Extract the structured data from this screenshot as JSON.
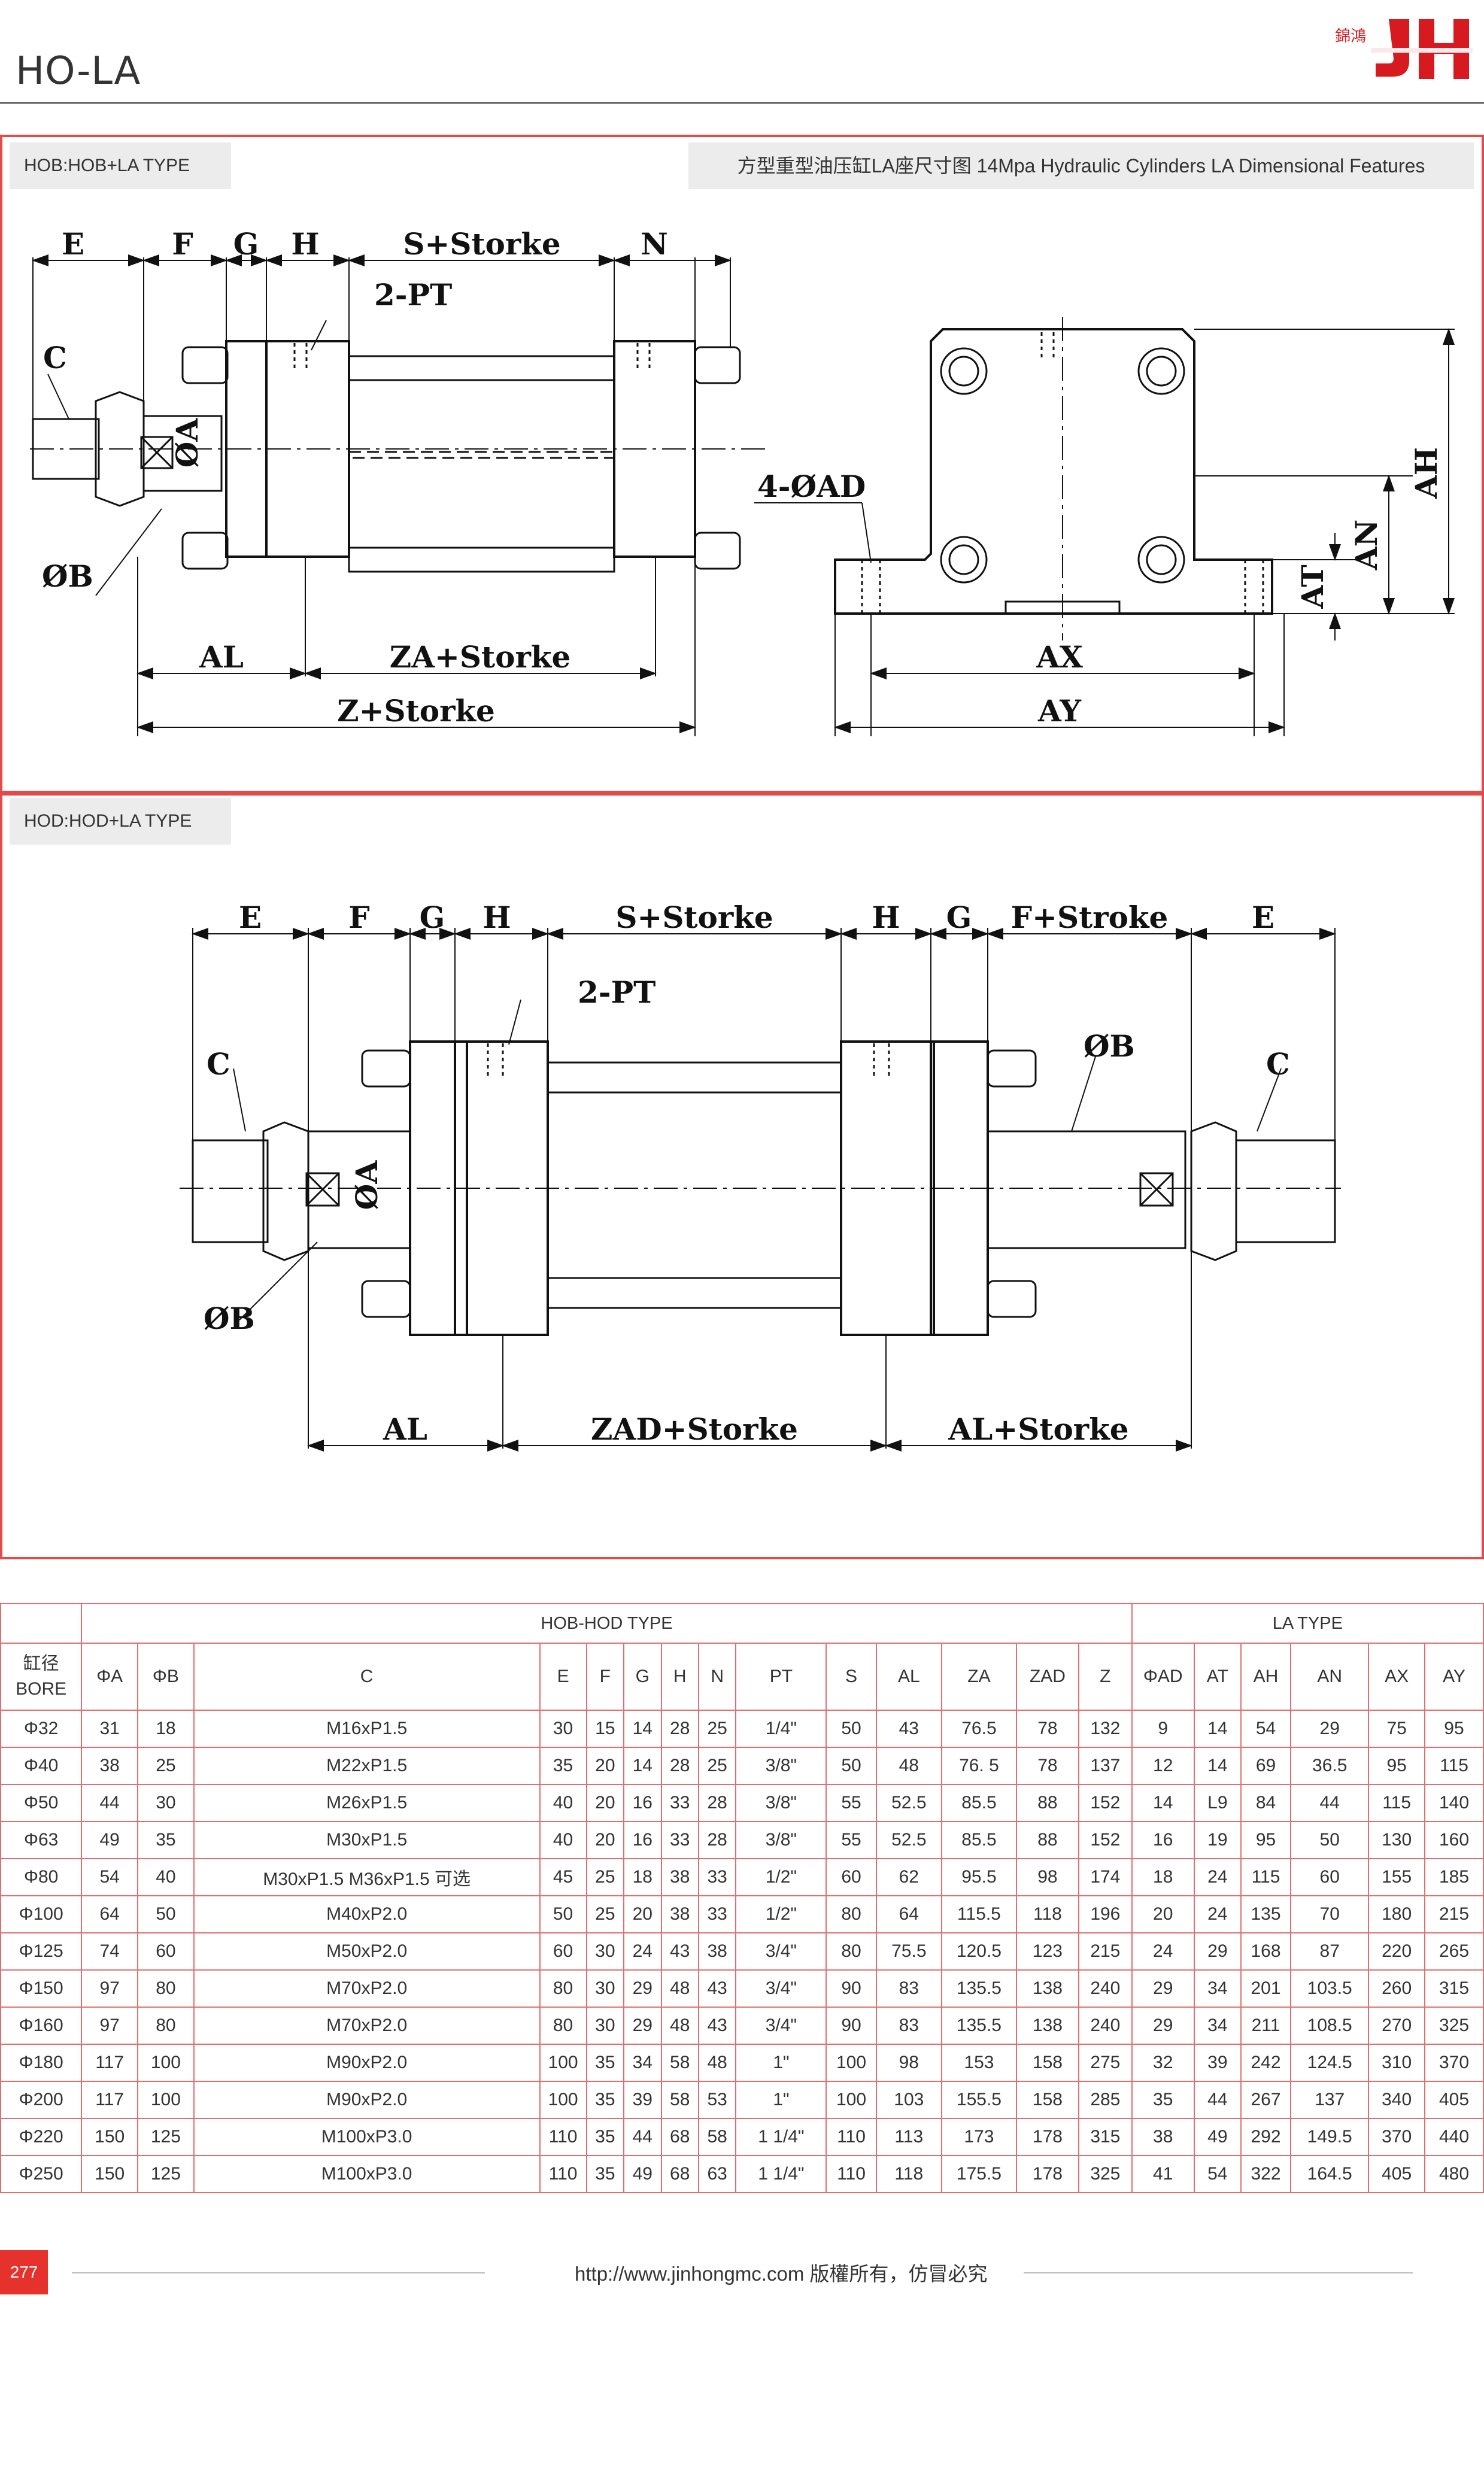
{
  "header": {
    "title": "HO-LA",
    "logo_text": "錦鴻",
    "logo_mark": "JH",
    "brand_color": "#d71920"
  },
  "sections": {
    "hob_tag": "HOB:HOB+LA TYPE",
    "features_title": "方型重型油压缸LA座尺寸图 14Mpa Hydraulic Cylinders LA Dimensional Features",
    "hod_tag": "HOD:HOD+LA TYPE"
  },
  "drawing_hob": {
    "labels": {
      "e": "E",
      "f": "F",
      "g": "G",
      "h": "H",
      "s_stroke": "S+Storke",
      "n": "N",
      "pt": "2-PT",
      "c": "C",
      "phi_a": "ØA",
      "phi_b": "ØB",
      "al": "AL",
      "za": "ZA+Storke",
      "z": "Z+Storke"
    }
  },
  "drawing_end": {
    "labels": {
      "ad": "4-ØAD",
      "ah": "AH",
      "an": "AN",
      "at": "AT",
      "ax": "AX",
      "ay": "AY"
    }
  },
  "drawing_hod": {
    "labels": {
      "e1": "E",
      "f1": "F",
      "g1": "G",
      "h1": "H",
      "s_stroke": "S+Storke",
      "h2": "H",
      "g2": "G",
      "f_stroke": "F+Stroke",
      "e2": "E",
      "pt": "2-PT",
      "c1": "C",
      "c2": "C",
      "phi_a": "ØA",
      "phi_b1": "ØB",
      "phi_b2": "ØB",
      "al": "AL",
      "zad": "ZAD+Storke",
      "al_stroke": "AL+Storke"
    }
  },
  "table": {
    "group_hob_hod": "HOB-HOD TYPE",
    "group_la": "LA TYPE",
    "bore_cn": "缸径",
    "bore_en": "BORE",
    "columns": [
      "ΦA",
      "ΦB",
      "C",
      "E",
      "F",
      "G",
      "H",
      "N",
      "PT",
      "S",
      "AL",
      "ZA",
      "ZAD",
      "Z",
      "ΦAD",
      "AT",
      "AH",
      "AN",
      "AX",
      "AY"
    ],
    "rows": [
      [
        "Φ32",
        "31",
        "18",
        "M16xP1.5",
        "30",
        "15",
        "14",
        "28",
        "25",
        "1/4\"",
        "50",
        "43",
        "76.5",
        "78",
        "132",
        "9",
        "14",
        "54",
        "29",
        "75",
        "95"
      ],
      [
        "Φ40",
        "38",
        "25",
        "M22xP1.5",
        "35",
        "20",
        "14",
        "28",
        "25",
        "3/8\"",
        "50",
        "48",
        "76. 5",
        "78",
        "137",
        "12",
        "14",
        "69",
        "36.5",
        "95",
        "115"
      ],
      [
        "Φ50",
        "44",
        "30",
        "M26xP1.5",
        "40",
        "20",
        "16",
        "33",
        "28",
        "3/8\"",
        "55",
        "52.5",
        "85.5",
        "88",
        "152",
        "14",
        "L9",
        "84",
        "44",
        "115",
        "140"
      ],
      [
        "Φ63",
        "49",
        "35",
        "M30xP1.5",
        "40",
        "20",
        "16",
        "33",
        "28",
        "3/8\"",
        "55",
        "52.5",
        "85.5",
        "88",
        "152",
        "16",
        "19",
        "95",
        "50",
        "130",
        "160"
      ],
      [
        "Φ80",
        "54",
        "40",
        "M30xP1.5  M36xP1.5  可选",
        "45",
        "25",
        "18",
        "38",
        "33",
        "1/2\"",
        "60",
        "62",
        "95.5",
        "98",
        "174",
        "18",
        "24",
        "115",
        "60",
        "155",
        "185"
      ],
      [
        "Φ100",
        "64",
        "50",
        "M40xP2.0",
        "50",
        "25",
        "20",
        "38",
        "33",
        "1/2\"",
        "80",
        "64",
        "115.5",
        "118",
        "196",
        "20",
        "24",
        "135",
        "70",
        "180",
        "215"
      ],
      [
        "Φ125",
        "74",
        "60",
        "M50xP2.0",
        "60",
        "30",
        "24",
        "43",
        "38",
        "3/4\"",
        "80",
        "75.5",
        "120.5",
        "123",
        "215",
        "24",
        "29",
        "168",
        "87",
        "220",
        "265"
      ],
      [
        "Φ150",
        "97",
        "80",
        "M70xP2.0",
        "80",
        "30",
        "29",
        "48",
        "43",
        "3/4\"",
        "90",
        "83",
        "135.5",
        "138",
        "240",
        "29",
        "34",
        "201",
        "103.5",
        "260",
        "315"
      ],
      [
        "Φ160",
        "97",
        "80",
        "M70xP2.0",
        "80",
        "30",
        "29",
        "48",
        "43",
        "3/4\"",
        "90",
        "83",
        "135.5",
        "138",
        "240",
        "29",
        "34",
        "211",
        "108.5",
        "270",
        "325"
      ],
      [
        "Φ180",
        "117",
        "100",
        "M90xP2.0",
        "100",
        "35",
        "34",
        "58",
        "48",
        "1\"",
        "100",
        "98",
        "153",
        "158",
        "275",
        "32",
        "39",
        "242",
        "124.5",
        "310",
        "370"
      ],
      [
        "Φ200",
        "117",
        "100",
        "M90xP2.0",
        "100",
        "35",
        "39",
        "58",
        "53",
        "1\"",
        "100",
        "103",
        "155.5",
        "158",
        "285",
        "35",
        "44",
        "267",
        "137",
        "340",
        "405"
      ],
      [
        "Φ220",
        "150",
        "125",
        "M100xP3.0",
        "110",
        "35",
        "44",
        "68",
        "58",
        "1 1/4\"",
        "110",
        "113",
        "173",
        "178",
        "315",
        "38",
        "49",
        "292",
        "149.5",
        "370",
        "440"
      ],
      [
        "Φ250",
        "150",
        "125",
        "M100xP3.0",
        "110",
        "35",
        "49",
        "68",
        "63",
        "1 1/4\"",
        "110",
        "118",
        "175.5",
        "178",
        "325",
        "41",
        "54",
        "322",
        "164.5",
        "405",
        "480"
      ]
    ]
  },
  "footer": {
    "page_number": "277",
    "text": "http://www.jinhongmc.com 版權所有，仿冒必究"
  }
}
